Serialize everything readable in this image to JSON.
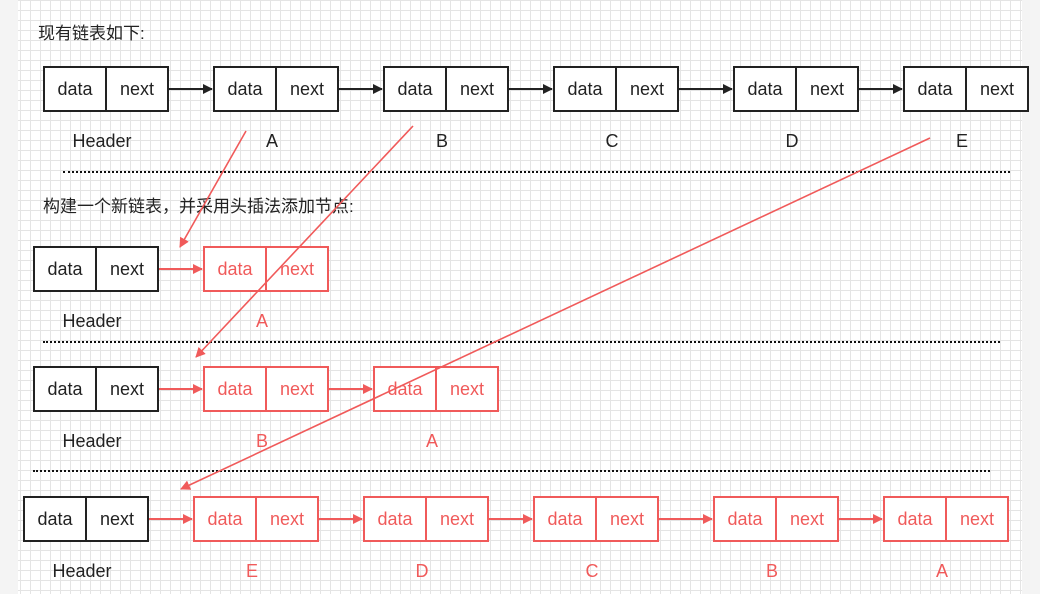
{
  "captions": {
    "existing": "现有链表如下:",
    "build": "构建一个新链表，并采用头插法添加节点:"
  },
  "cell": {
    "data": "data",
    "next": "next"
  },
  "labels": {
    "header": "Header",
    "a": "A",
    "b": "B",
    "c": "C",
    "d": "D",
    "e": "E"
  },
  "colors": {
    "original": "#222222",
    "inserted": "#f05a5a",
    "grid": "#e4e4e4"
  }
}
